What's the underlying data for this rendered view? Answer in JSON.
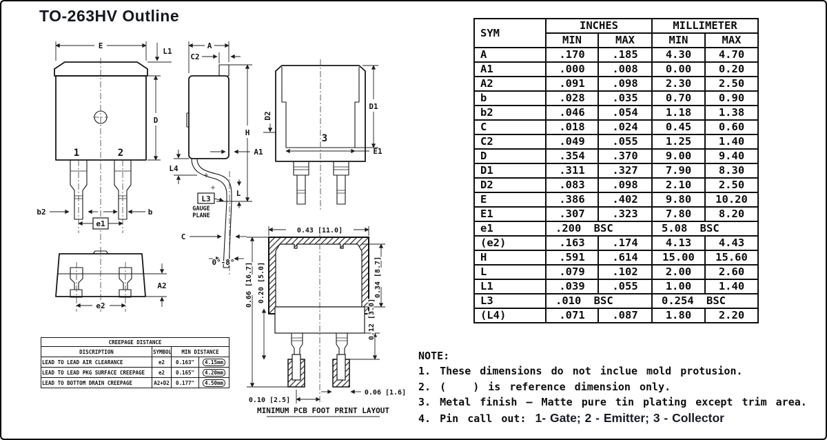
{
  "title": "TO-263HV Outline",
  "dim_table": {
    "col_sym": "SYM",
    "col_inches": "INCHES",
    "col_mm": "MILLIMETER",
    "col_min": "MIN",
    "col_max": "MAX",
    "rows": [
      {
        "sym": "A",
        "in_min": ".170",
        "in_max": ".185",
        "mm_min": "4.30",
        "mm_max": "4.70"
      },
      {
        "sym": "A1",
        "in_min": ".000",
        "in_max": ".008",
        "mm_min": "0.00",
        "mm_max": "0.20"
      },
      {
        "sym": "A2",
        "in_min": ".091",
        "in_max": ".098",
        "mm_min": "2.30",
        "mm_max": "2.50"
      },
      {
        "sym": "b",
        "in_min": ".028",
        "in_max": ".035",
        "mm_min": "0.70",
        "mm_max": "0.90"
      },
      {
        "sym": "b2",
        "in_min": ".046",
        "in_max": ".054",
        "mm_min": "1.18",
        "mm_max": "1.38"
      },
      {
        "sym": "C",
        "in_min": ".018",
        "in_max": ".024",
        "mm_min": "0.45",
        "mm_max": "0.60"
      },
      {
        "sym": "C2",
        "in_min": ".049",
        "in_max": ".055",
        "mm_min": "1.25",
        "mm_max": "1.40"
      },
      {
        "sym": "D",
        "in_min": ".354",
        "in_max": ".370",
        "mm_min": "9.00",
        "mm_max": "9.40"
      },
      {
        "sym": "D1",
        "in_min": ".311",
        "in_max": ".327",
        "mm_min": "7.90",
        "mm_max": "8.30"
      },
      {
        "sym": "D2",
        "in_min": ".083",
        "in_max": ".098",
        "mm_min": "2.10",
        "mm_max": "2.50"
      },
      {
        "sym": "E",
        "in_min": ".386",
        "in_max": ".402",
        "mm_min": "9.80",
        "mm_max": "10.20"
      },
      {
        "sym": "E1",
        "in_min": ".307",
        "in_max": ".323",
        "mm_min": "7.80",
        "mm_max": "8.20"
      },
      {
        "sym": "e1",
        "in_span": ".200 BSC",
        "mm_span": "5.08 BSC"
      },
      {
        "sym": "(e2)",
        "in_min": ".163",
        "in_max": ".174",
        "mm_min": "4.13",
        "mm_max": "4.43"
      },
      {
        "sym": "H",
        "in_min": ".591",
        "in_max": ".614",
        "mm_min": "15.00",
        "mm_max": "15.60"
      },
      {
        "sym": "L",
        "in_min": ".079",
        "in_max": ".102",
        "mm_min": "2.00",
        "mm_max": "2.60"
      },
      {
        "sym": "L1",
        "in_min": ".039",
        "in_max": ".055",
        "mm_min": "1.00",
        "mm_max": "1.40"
      },
      {
        "sym": "L3",
        "in_span": ".010 BSC",
        "mm_span": "0.254 BSC"
      },
      {
        "sym": "(L4)",
        "in_min": ".071",
        "in_max": ".087",
        "mm_min": "1.80",
        "mm_max": "2.20"
      }
    ]
  },
  "creepage_table": {
    "title": "CREEPAGE DISTANCE",
    "col_description": "DISCRIPTION",
    "col_symbol": "SYMBOL",
    "col_min_distance": "MIN DISTANCE",
    "rows": [
      {
        "description": "LEAD TO LEAD AIR CLEARANCE",
        "symbol": "e2",
        "inches": "0.163\"",
        "mm": "4.15mm"
      },
      {
        "description": "LEAD TO LEAD PKG SURFACE CREEPAGE",
        "symbol": "e2",
        "inches": "0.165\"",
        "mm": "4.20mm"
      },
      {
        "description": "LEAD TO BOTTOM DRAIN CREEPAGE",
        "symbol": "A2+D2",
        "inches": "0.177\"",
        "mm": "4.50mm"
      }
    ]
  },
  "notes": {
    "heading": "NOTE:",
    "item1": "1. These dimensions do not inclue mold protusion.",
    "item2": "2. (   ) is reference dimension only.",
    "item3": "3. Metal finish – Matte pure tin plating except trim area.",
    "item4_prefix": "4. Pin call out: ",
    "item4_pins": "1- Gate; 2 - Emitter; 3 - Collector"
  },
  "drawings": {
    "front": {
      "e": "E",
      "l1": "L1",
      "d": "D",
      "pin1": "1",
      "pin2": "2",
      "b2": "b2",
      "b": "b",
      "e1": "e1"
    },
    "side": {
      "a": "A",
      "c2": "C2",
      "h": "H",
      "a1": "A1",
      "l4": "L4",
      "l": "L",
      "l3": "L3",
      "gauge1": "GAUGE",
      "gauge2": "PLANE",
      "c": "C",
      "angle": "0°-8°"
    },
    "back": {
      "d1": "D1",
      "d2": "D2",
      "e1": "E1",
      "pin3": "3"
    },
    "bottom": {
      "a2": "A2",
      "e2": "e2"
    },
    "footprint": {
      "top": "0.43 [11.0]",
      "left_outer": "0.66 [16.7]",
      "left_inner": "0.20 [5.0]",
      "right_upper": "0.34 [8.7]",
      "right_lower": "0.12 [3.0]",
      "bottom_left": "0.10 [2.5]",
      "bottom_right": "0.06 [1.6]",
      "caption": "MINIMUM PCB FOOT PRINT LAYOUT"
    }
  }
}
